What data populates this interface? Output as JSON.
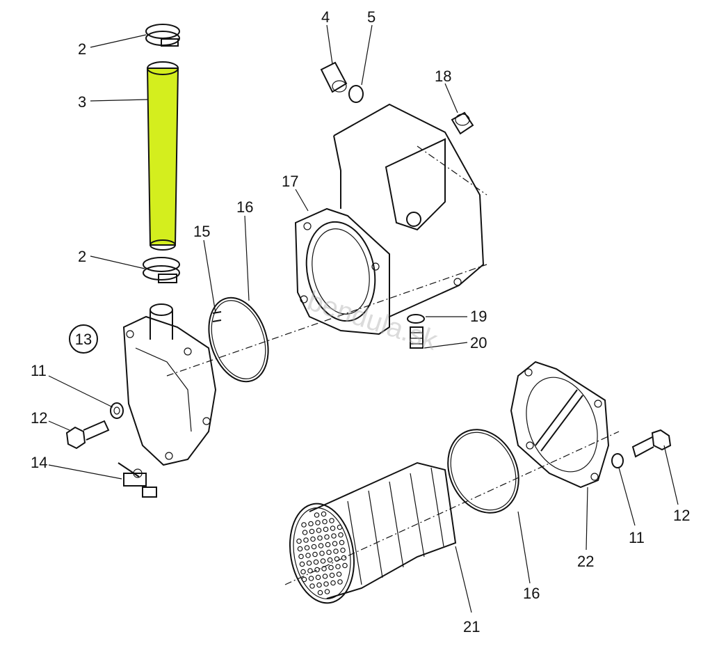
{
  "diagram": {
    "group_label": "13",
    "watermark": "bendula.sk",
    "highlight_color": "#d4ee1e",
    "callouts": {
      "c2a": "2",
      "c3": "3",
      "c2b": "2",
      "c4": "4",
      "c5": "5",
      "c18": "18",
      "c17": "17",
      "c16a": "16",
      "c15": "15",
      "c19": "19",
      "c20": "20",
      "c11a": "11",
      "c12a": "12",
      "c14": "14",
      "c12b": "12",
      "c11b": "11",
      "c22": "22",
      "c16b": "16",
      "c21": "21"
    }
  }
}
